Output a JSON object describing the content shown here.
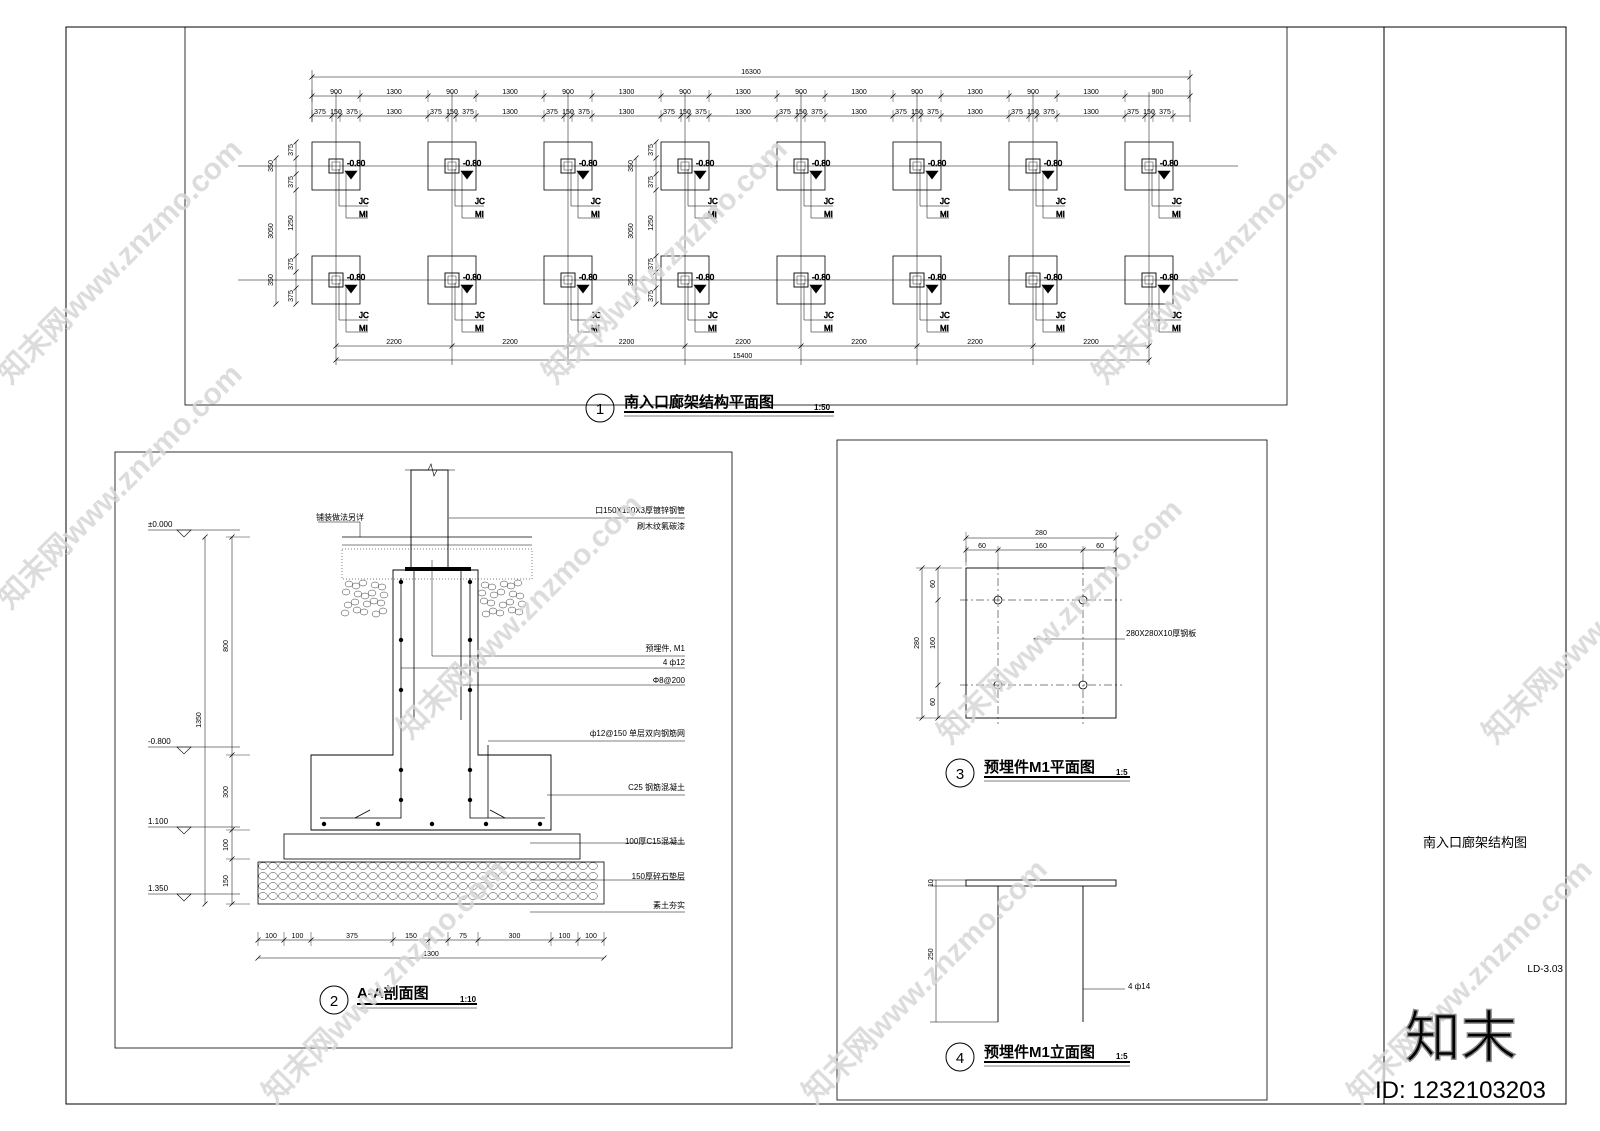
{
  "plan": {
    "title": "南入口廊架结构平面图",
    "number": "1",
    "scale": "1:50",
    "total_top": "16300",
    "total_bottom": "15400",
    "dim_900": "900",
    "dim_1300": "1300",
    "dim_375": "375",
    "dim_150": "150",
    "dim_2200": "2200",
    "dim_3050": "3050",
    "dim_1250": "1250",
    "dim_350": "350",
    "elev": "-0.80",
    "tag_jc": "JC",
    "tag_mi": "MI"
  },
  "section": {
    "title": "A-A剖面图",
    "number": "2",
    "scale": "1:10",
    "elevations": [
      "±0.000",
      "-0.800",
      "1.100",
      "1.350"
    ],
    "vdims": [
      "800",
      "1350",
      "300",
      "100",
      "150"
    ],
    "hdims": [
      "100",
      "100",
      "375",
      "150",
      "75",
      "300",
      "100",
      "100"
    ],
    "total": "1300",
    "labels": {
      "paving": "铺装做法另详",
      "tube": "口150X150X3厚镀锌钢管",
      "tube_note": "刷木纹氟碳漆",
      "embed": "预埋件, M1",
      "rebar": "4 ф12",
      "stirrup": "Φ8@200",
      "mesh": "ф12@150 单层双向钢筋网",
      "concrete": "C25 钢筋混凝土",
      "cushion": "100厚C15混凝土",
      "gravel": "150厚碎石垫层",
      "soil": "素土夯实"
    }
  },
  "m1_plan": {
    "title": "预埋件M1平面图",
    "number": "3",
    "scale": "1:5",
    "top_total": "280",
    "top_dims": [
      "60",
      "160",
      "60"
    ],
    "left_total": "280",
    "left_dims": [
      "60",
      "160",
      "60"
    ],
    "plate": "280X280X10厚钢板"
  },
  "m1_elev": {
    "title": "预埋件M1立面图",
    "number": "4",
    "scale": "1:5",
    "dim_10": "10",
    "dim_250": "250",
    "rebar": "4 ф14"
  },
  "titleblock": {
    "name": "南入口廊架结构图",
    "code": "LD-3.03"
  },
  "watermark": {
    "site": "知末网www.znzmo.com",
    "brand": "知末",
    "id": "ID: 1232103203"
  }
}
